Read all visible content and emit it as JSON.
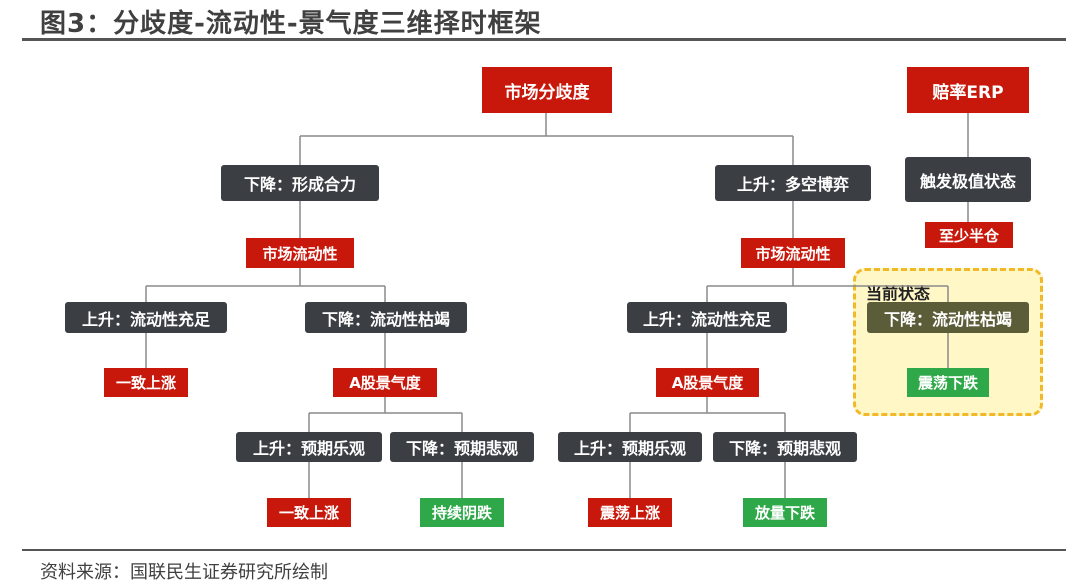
{
  "title": "图3：分歧度-流动性-景气度三维择时框架",
  "source": "资料来源：国联民生证券研究所绘制",
  "nodes": {
    "root": "市场分歧度",
    "left_branch": "下降：形成合力",
    "right_branch": "上升：多空博弈",
    "left_liq": "市场流动性",
    "right_liq": "市场流动性",
    "l_up": "上升：流动性充足",
    "l_down": "下降：流动性枯竭",
    "r_up": "上升：流动性充足",
    "r_down": "下降：流动性枯竭",
    "l_up_out": "一致上涨",
    "l_prosp": "A股景气度",
    "r_prosp": "A股景气度",
    "r_down_out": "震荡下跌",
    "ll_up": "上升：预期乐观",
    "ll_down": "下降：预期悲观",
    "rr_up": "上升：预期乐观",
    "rr_down": "下降：预期悲观",
    "ll_up_out": "一致上涨",
    "ll_down_out": "持续阴跌",
    "rr_up_out": "震荡上涨",
    "rr_down_out": "放量下跌",
    "erp": "赔率ERP",
    "erp_trigger": "触发极值状态",
    "erp_out": "至少半仓",
    "current_state": "当前状态"
  },
  "colors": {
    "dark_box": "#3b3f44",
    "red_box": "#c8180b",
    "green_box": "#2fa84a",
    "olive_box": "#5b5d38",
    "highlight_fill": "#fff7c6",
    "highlight_border": "#f1b92a"
  }
}
